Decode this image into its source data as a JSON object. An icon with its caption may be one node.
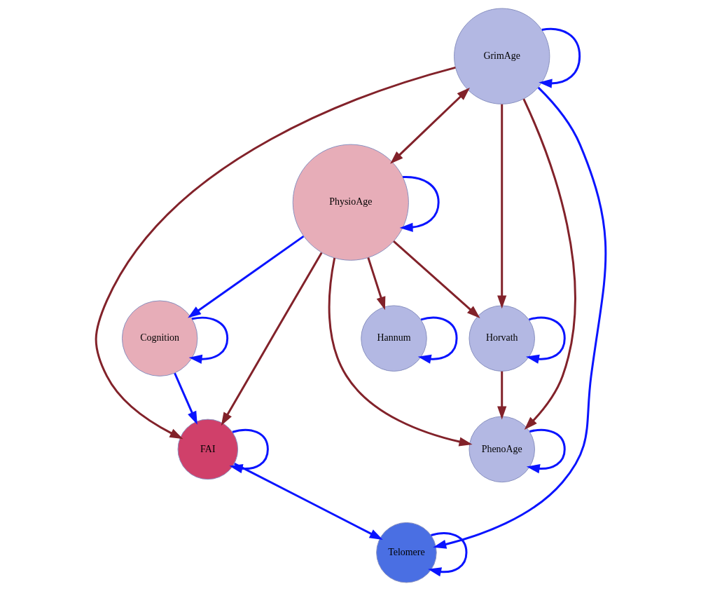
{
  "diagram": {
    "nodes": [
      {
        "text": [
          "GrimAge"
        ]
      },
      {
        "text": [
          "Telomere"
        ]
      },
      {
        "text": [
          "Horvath"
        ]
      },
      {
        "text": [
          "FAI"
        ]
      },
      {
        "text": [
          "PhysioAge"
        ]
      },
      {
        "text": [
          "PhenoAge"
        ]
      },
      {
        "text": [
          "Cognition"
        ]
      },
      {
        "text": [
          "Hannum"
        ]
      }
    ],
    "edges": [
      {
        "from": 0,
        "to": 0,
        "arrow": "to"
      },
      {
        "from": 1,
        "to": 1,
        "arrow": "to"
      },
      {
        "from": 2,
        "to": 2,
        "arrow": "to"
      },
      {
        "from": 3,
        "to": 3,
        "arrow": "to"
      },
      {
        "from": 4,
        "to": 4,
        "arrow": "to"
      },
      {
        "from": 5,
        "to": 5,
        "arrow": "to"
      },
      {
        "from": 6,
        "to": 6,
        "arrow": "to"
      },
      {
        "from": 7,
        "to": 7,
        "arrow": "to"
      },
      {
        "from": 0,
        "to": 1,
        "arrow": "to"
      },
      {
        "from": 0,
        "to": 2,
        "arrow": "to",
        "color": "#82222a"
      },
      {
        "from": 0,
        "to": 3,
        "arrow": "to",
        "color": "#82222a"
      },
      {
        "from": 0,
        "to": 4,
        "arrow": "both",
        "color": "#82222a"
      },
      {
        "from": 0,
        "to": 5,
        "arrow": "to",
        "color": "#82222a"
      },
      {
        "from": 4,
        "to": 2,
        "arrow": "to",
        "color": "#82222a"
      },
      {
        "from": 2,
        "to": 5,
        "arrow": "to",
        "color": "#82222a"
      },
      {
        "from": 4,
        "to": 5,
        "arrow": "to",
        "color": "#82222a"
      },
      {
        "from": 4,
        "to": 3,
        "arrow": "to",
        "color": "#82222a"
      },
      {
        "from": 4,
        "to": 7,
        "arrow": "to",
        "color": "#82222a"
      },
      {
        "from": 4,
        "to": 6,
        "arrow": "to"
      },
      {
        "from": 3,
        "to": 1,
        "arrow": "to"
      },
      {
        "from": 6,
        "to": 3,
        "arrow": "to"
      }
    ]
  }
}
